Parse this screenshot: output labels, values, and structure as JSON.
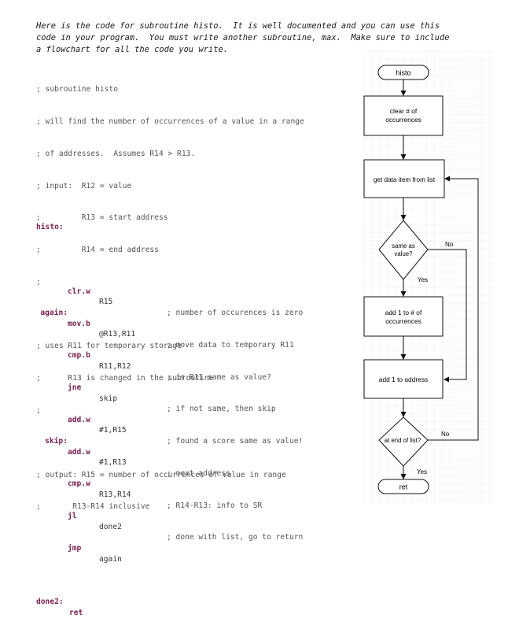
{
  "intro": {
    "line1": "Here is the code for subroutine histo.  It is well documented and you can use this",
    "line2": "code in your program.  You must write another subroutine, max.  Make sure to include",
    "line3": "a flowchart for all the code you write."
  },
  "header_comments": [
    "; subroutine histo",
    "; will find the number of occurrences of a value in a range",
    "; of addresses.  Assumes R14 > R13.",
    "; input:  R12 = value",
    ";         R13 = start address",
    ";         R14 = end address",
    ";",
    "; uses R11 for temporary storage",
    ";      R13 is changed in the subroutine",
    ";",
    "; output: R15 = number of occurrences of value in range",
    ";       R13-R14 inclusive"
  ],
  "code": {
    "histo_label": "histo:",
    "lines": [
      {
        "label": "",
        "mnemonic": "clr.w",
        "operands": "R15",
        "comment": "; number of occurences is zero"
      },
      {
        "label": "again:",
        "mnemonic": "mov.b",
        "operands": "@R13,R11",
        "comment": "; move data to temporary R11"
      },
      {
        "label": "",
        "mnemonic": "cmp.b",
        "operands": "R11,R12",
        "comment": "; is R11 same as value?"
      },
      {
        "label": "",
        "mnemonic": "jne",
        "operands": "skip",
        "comment": "; if not same, then skip"
      },
      {
        "label": "",
        "mnemonic": "add.w",
        "operands": "#1,R15",
        "comment": "; found a score same as value!"
      },
      {
        "label": "skip:",
        "mnemonic": "add.w",
        "operands": "#1,R13",
        "comment": "; next address"
      },
      {
        "label": "",
        "mnemonic": "cmp.w",
        "operands": "R13,R14",
        "comment": "; R14-R13: info to SR"
      },
      {
        "label": "",
        "mnemonic": "jl",
        "operands": "done2",
        "comment": "; done with list, go to return"
      },
      {
        "label": "",
        "mnemonic": "jmp",
        "operands": "again",
        "comment": ""
      }
    ],
    "done_label": "done2:",
    "done_instr": "ret"
  },
  "flowchart": {
    "start": "histo",
    "clear_line1": "clear # of",
    "clear_line2": "occurrences",
    "get_item": "get data item from list",
    "same_line1": "same as",
    "same_line2": "value?",
    "no_label_1": "No",
    "yes_label_1": "Yes",
    "add_count_line1": "add 1 to # of",
    "add_count_line2": "occurrences",
    "add_address": "add 1 to address",
    "end_question": "at end of list?",
    "no_label_2": "No",
    "yes_label_2": "Yes",
    "end": "ret"
  }
}
